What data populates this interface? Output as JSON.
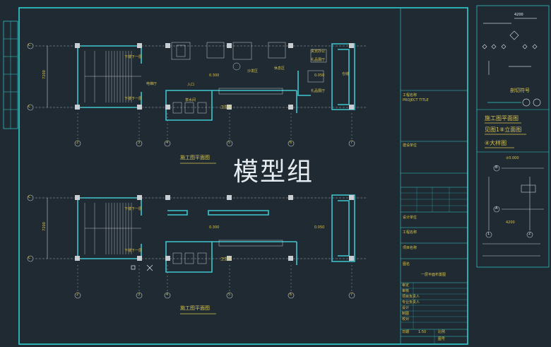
{
  "watermark": "模型组",
  "plans": {
    "top_title": "施工图平面图",
    "bottom_title": "施工图平面图",
    "dimension_height": "7200",
    "axis_letters": [
      "C",
      "C"
    ],
    "axis_numbers": [
      "2",
      "3",
      "4",
      "5",
      "6",
      "7"
    ],
    "room_labels": {
      "stair_down_1": "下楼下一层",
      "stair_down_2": "下楼下一层",
      "elevator_hall": "电梯厅",
      "entrance": "入口",
      "sofa_area": "沙发区",
      "rest_area": "休息区",
      "vip_room": "贵宾办公",
      "vip_cloak": "礼品展厅",
      "gift_room": "礼品展厅",
      "storage": "仓储",
      "water_room": "茶水间",
      "toilet": "卫生间",
      "level_1": "0.300",
      "level_2": "0.050"
    }
  },
  "title_block": {
    "rows": [
      "工程名称",
      "PROJECT TITLE",
      "建设单位",
      "设计单位",
      "工程名称",
      "项目名称",
      "图名",
      "一层平面布置图"
    ],
    "small_rows": [
      "审定",
      "审核",
      "项目负责人",
      "专业负责人",
      "设计",
      "制图",
      "校对",
      "日期",
      "比例",
      "图号"
    ]
  },
  "legend": {
    "section_symbol_label": "剖切符号",
    "plan_label": "施工图平面图",
    "elevation_label": "见图1⑧立面图",
    "detail_label": "④大样图",
    "dim_1": "4200",
    "dim_2": "4200",
    "level_mark": "±0.000",
    "axis_A": "A",
    "axis_B": "B",
    "axis_1": "1",
    "axis_2": "2",
    "scale_text": "1:50"
  },
  "colors": {
    "background": "#1f2a33",
    "frame": "#2fd0cf",
    "wall": "#3ec6d0",
    "annotation": "#d9c34a",
    "column": "#c9ced3"
  }
}
